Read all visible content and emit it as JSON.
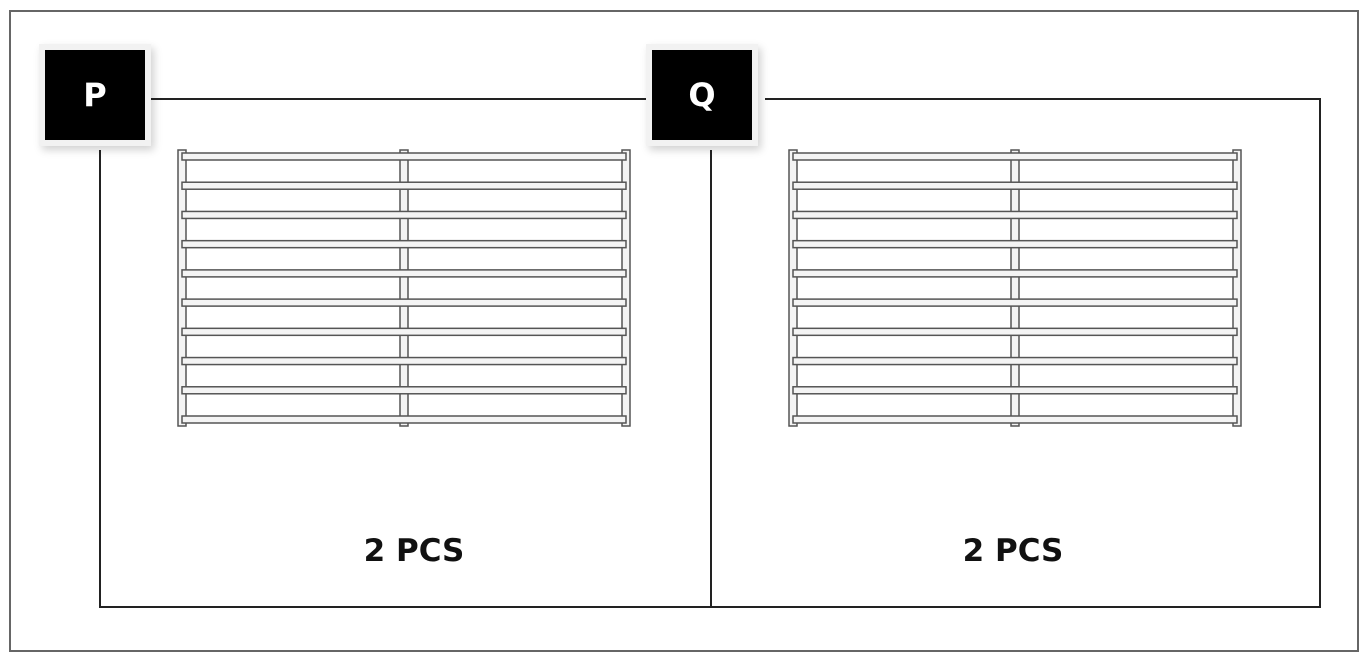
{
  "panels": [
    {
      "label": "P",
      "quantity": "2 PCS"
    },
    {
      "label": "Q",
      "quantity": "2 PCS"
    }
  ],
  "colors": {
    "line": "#222222",
    "label_fill": "#000000",
    "label_text": "#ffffff",
    "rail_stroke": "#555555",
    "rail_fill": "#f4f4f4"
  }
}
